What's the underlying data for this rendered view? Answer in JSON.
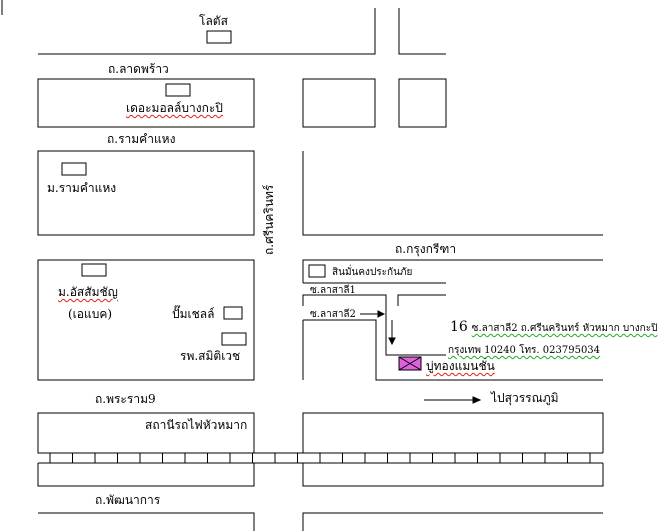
{
  "roads": {
    "lat_phrao": "ถ.ลาดพร้าว",
    "ramkhamhaeng": "ถ.รามคำแหง",
    "srinakarin": "ถ.ศรีนครินทร์",
    "krungthep_kreetha": "ถ.กรุงกรีฑา",
    "rama9": "ถ.พระราม9",
    "phatthanakan": "ถ.พัฒนาการ",
    "soi_lasalle1": "ซ.ลาสาลี1",
    "soi_lasalle2": "ซ.ลาสาลี2"
  },
  "places": {
    "lotus": "โลตัส",
    "the_mall": "เดอะมอลล์บางกะปิ",
    "ramkhamhaeng_univ": "ม.รามคำแหง",
    "assumption_univ": "ม.อัสสัมชัญ",
    "abac": "(เอแบค)",
    "pump": "ปั๊มเชลล์",
    "hospital": "รพ.สมิติเวช",
    "insurance": "สินมั่นคงประกันภัย",
    "station": "สถานีรถไฟหัวหมาก",
    "destination": "บู่ทองแมนชั่น"
  },
  "address": {
    "line1_num": "16",
    "line1_text": "ซ.ลาสาลี2 ถ.ศรีนครินทร์ หัวหมาก บางกะปิ",
    "line2": "กรุงเทพ 10240 โทร. 023795034"
  },
  "direction": {
    "to_airport": "ไปสุวรรณภูมิ"
  },
  "colors": {
    "line": "#000000",
    "destination_fill": "#e060e0",
    "spell_red": "#dd2222",
    "spell_green": "#22aa22"
  }
}
